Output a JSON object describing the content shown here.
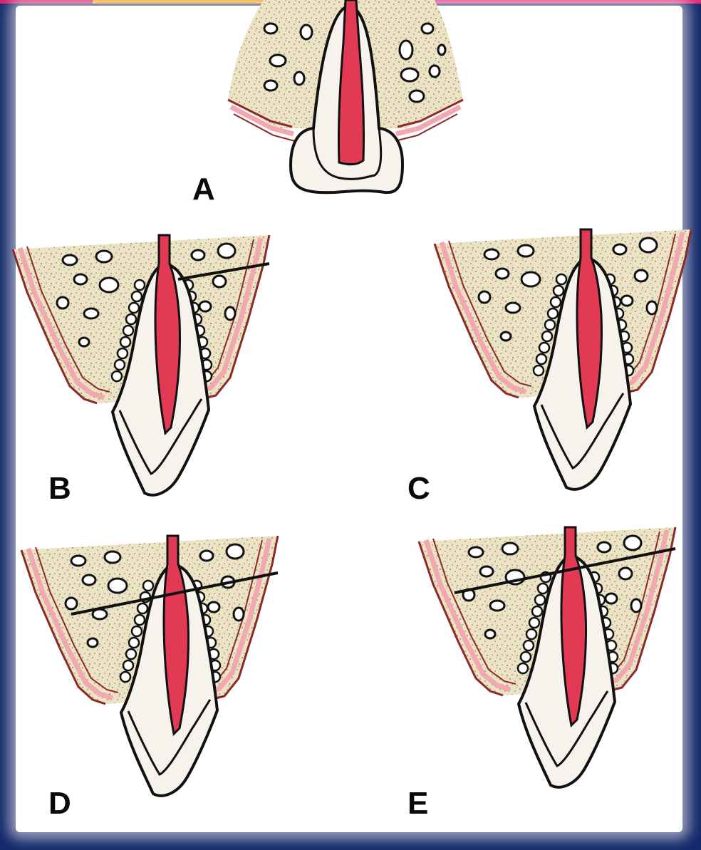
{
  "colors": {
    "frame": "#14286a",
    "bone": "#ece3c4",
    "bone_speckle": "#7a6e55",
    "pulp": "#e23a55",
    "gingiva": "#f2a8b0",
    "gingiva_edge": "#8a2a2a",
    "outline": "#111111",
    "tooth": "#f6f3ec",
    "top_bar_stripes": [
      "#d21f6e",
      "#f3a21a",
      "#d21f6e",
      "#e0307e"
    ]
  },
  "panels": [
    {
      "id": "A",
      "label": "A"
    },
    {
      "id": "B",
      "label": "B"
    },
    {
      "id": "C",
      "label": "C"
    },
    {
      "id": "D",
      "label": "D"
    },
    {
      "id": "E",
      "label": "E"
    }
  ]
}
